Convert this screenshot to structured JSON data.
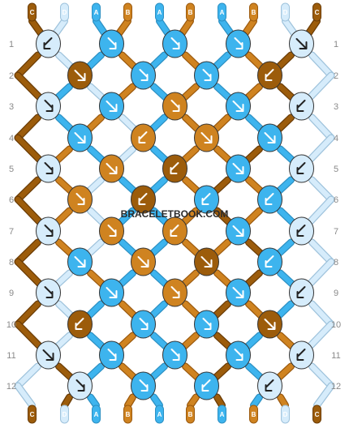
{
  "pattern": {
    "top_labels": [
      "C",
      "D",
      "A",
      "B",
      "A",
      "B",
      "A",
      "B",
      "D",
      "C"
    ],
    "bottom_labels": [
      "C",
      "D",
      "A",
      "B",
      "A",
      "B",
      "A",
      "B",
      "D",
      "C"
    ],
    "row_labels": [
      "1",
      "2",
      "3",
      "4",
      "5",
      "6",
      "7",
      "8",
      "9",
      "10",
      "11",
      "12"
    ],
    "watermark": "BRACELETBOOK.COM",
    "colors": {
      "A": "#3db4ee",
      "B": "#cf8320",
      "C": "#9c5c0b",
      "D": "#d6ecfb"
    },
    "rows": [
      [
        [
          "D",
          "rf"
        ],
        [
          "A",
          "fr"
        ],
        [
          "A",
          "fr"
        ],
        [
          "A",
          "fr"
        ],
        [
          "D",
          "f"
        ]
      ],
      [
        [
          "C",
          "f"
        ],
        [
          "A",
          "fr"
        ],
        [
          "A",
          "fr"
        ],
        [
          "C",
          "rf"
        ]
      ],
      [
        [
          "D",
          "fr"
        ],
        [
          "A",
          "f"
        ],
        [
          "B",
          "fr"
        ],
        [
          "A",
          "f"
        ],
        [
          "D",
          "rf"
        ]
      ],
      [
        [
          "A",
          "f"
        ],
        [
          "B",
          "rf"
        ],
        [
          "B",
          "f"
        ],
        [
          "A",
          "f"
        ]
      ],
      [
        [
          "D",
          "fr"
        ],
        [
          "B",
          "f"
        ],
        [
          "C",
          "rf"
        ],
        [
          "A",
          "f"
        ],
        [
          "D",
          "rf"
        ]
      ],
      [
        [
          "B",
          "fr"
        ],
        [
          "C",
          "rf"
        ],
        [
          "A",
          "rf"
        ],
        [
          "A",
          "rf"
        ]
      ],
      [
        [
          "D",
          "fr"
        ],
        [
          "B",
          "fr"
        ],
        [
          "B",
          "rf"
        ],
        [
          "A",
          "f"
        ],
        [
          "D",
          "rf"
        ]
      ],
      [
        [
          "A",
          "f"
        ],
        [
          "B",
          "f"
        ],
        [
          "C",
          "f"
        ],
        [
          "A",
          "rf"
        ]
      ],
      [
        [
          "D",
          "fr"
        ],
        [
          "A",
          "f"
        ],
        [
          "B",
          "fr"
        ],
        [
          "A",
          "f"
        ],
        [
          "D",
          "rf"
        ]
      ],
      [
        [
          "C",
          "rf"
        ],
        [
          "A",
          "fr"
        ],
        [
          "A",
          "fr"
        ],
        [
          "C",
          "f"
        ]
      ],
      [
        [
          "D",
          "f"
        ],
        [
          "A",
          "fr"
        ],
        [
          "A",
          "fr"
        ],
        [
          "A",
          "fr"
        ],
        [
          "D",
          "rf"
        ]
      ],
      [
        [
          "D",
          "fr"
        ],
        [
          "A",
          "fr"
        ],
        [
          "A",
          "rf"
        ],
        [
          "D",
          "rf"
        ]
      ]
    ]
  }
}
